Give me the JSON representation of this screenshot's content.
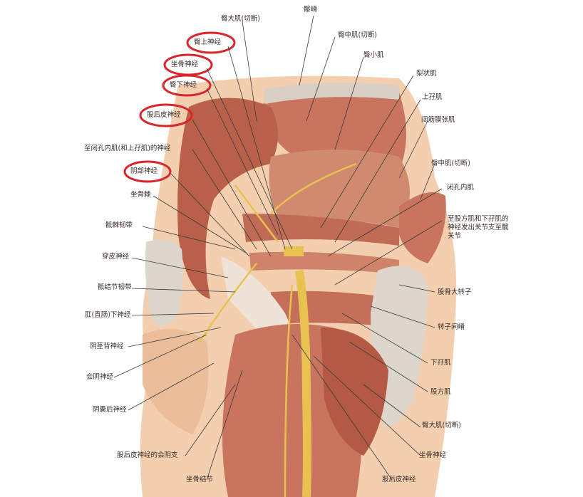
{
  "colors": {
    "muscle": "#c8745e",
    "muscle_dark": "#a9503d",
    "muscle_light": "#e0a48c",
    "tendon": "#efe2d6",
    "nerve": "#e8c250",
    "skin": "#f3cfb0",
    "bone": "#ddd6cc",
    "highlight_ring": "#d9262a",
    "leader": "#3a3a3a"
  },
  "labels": {
    "gluteus_max_cut": "臀大肌(切断)",
    "iliac_crest": "髂嵴",
    "gluteus_med_cut_top": "臀中肌(切断)",
    "gluteus_min": "臀小肌",
    "piriformis": "梨状肌",
    "superior_gemellus": "上孖肌",
    "tensor_fasciae": "阔筋膜张肌",
    "gluteus_med_cut_right": "臀中肌(切断)",
    "obturator_internus": "闭孔内肌",
    "nerve_to_qf": "至股方肌和下孖肌的神经发出关节支至髋关节",
    "greater_trochanter": "股骨大转子",
    "intertrochanteric_crest": "转子间嵴",
    "inferior_gemellus": "下孖肌",
    "quadratus_femoris": "股方肌",
    "gluteus_max_cut_bottom": "臀大肌(切断)",
    "sciatic_nerve": "坐骨神经",
    "post_femoral_cutaneous": "股后皮神经",
    "superior_gluteal_nerve": "臀上神经",
    "sciatic_nerve_ringed": "坐骨神经",
    "inferior_gluteal_nerve": "臀下神经",
    "post_femoral_cutaneous_ringed": "股后皮神经",
    "nerve_to_obturator_int": "至闭孔内肌(和上孖肌)的神经",
    "pudendal_nerve": "阴部神经",
    "ischial_spine": "坐骨棘",
    "sacrospinous_lig": "骶棘韧带",
    "perforating_cutaneous": "穿皮神经",
    "sacrotuberous_lig": "骶结节韧带",
    "inferior_rectal_nerve": "肛(直肠)下神经",
    "dorsal_penile_nerve": "阴茎背神经",
    "perineal_nerve": "会阴神经",
    "post_scrotal_nerve": "阴囊后神经",
    "perineal_br_pfc": "股后皮神经的会阴支",
    "ischial_tuberosity": "坐骨结节"
  }
}
